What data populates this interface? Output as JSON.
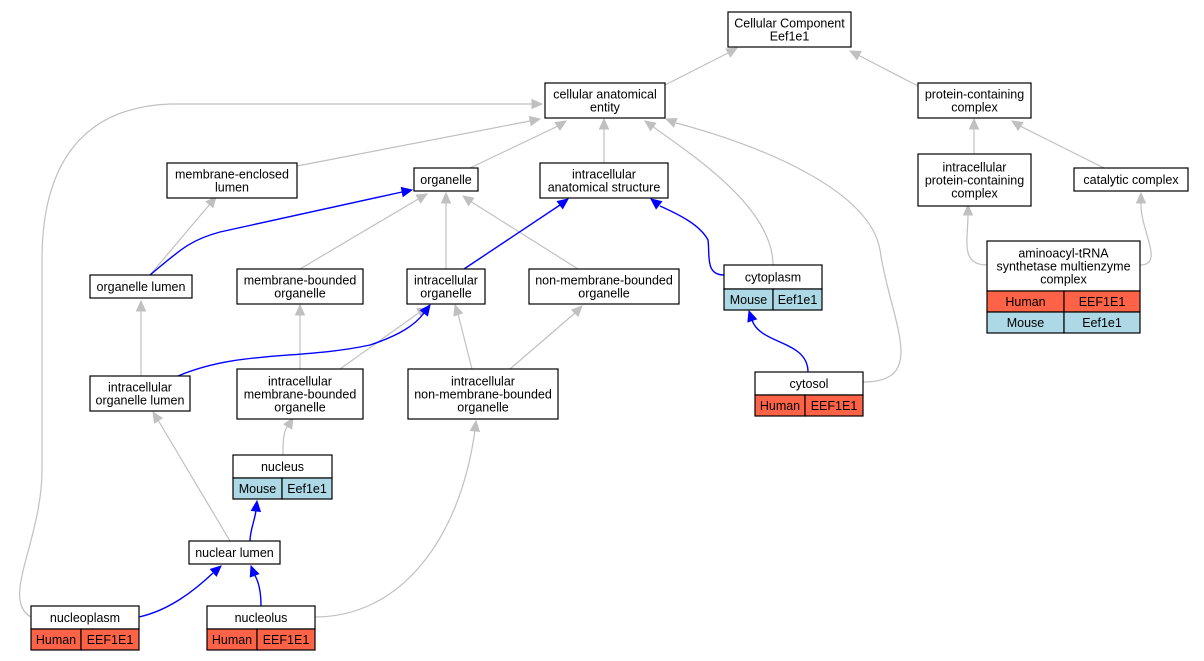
{
  "colors": {
    "human": "#ff6347",
    "mouse": "#add8e6",
    "gray_edge": "#c0c0c0",
    "blue_edge": "#0000ff"
  },
  "nodes": {
    "root": [
      "Cellular Component",
      "Eef1e1"
    ],
    "cae": [
      "cellular anatomical",
      "entity"
    ],
    "pcc": [
      "protein-containing",
      "complex"
    ],
    "mel": [
      "membrane-enclosed",
      "lumen"
    ],
    "org": [
      "organelle"
    ],
    "ias": [
      "intracellular",
      "anatomical structure"
    ],
    "ipcc": [
      "intracellular",
      "protein-containing",
      "complex"
    ],
    "cat": [
      "catalytic complex"
    ],
    "ol": [
      "organelle lumen"
    ],
    "mbo": [
      "membrane-bounded",
      "organelle"
    ],
    "io": [
      "intracellular",
      "organelle"
    ],
    "nmbo": [
      "non-membrane-bounded",
      "organelle"
    ],
    "cyto": [
      "cytoplasm"
    ],
    "amc": [
      "aminoacyl-tRNA",
      "synthetase multienzyme",
      "complex"
    ],
    "iol": [
      "intracellular",
      "organelle lumen"
    ],
    "imbo": [
      "intracellular",
      "membrane-bounded",
      "organelle"
    ],
    "inmbo": [
      "intracellular",
      "non-membrane-bounded",
      "organelle"
    ],
    "cytosol": [
      "cytosol"
    ],
    "nucleus": [
      "nucleus"
    ],
    "nl": [
      "nuclear lumen"
    ],
    "np": [
      "nucleoplasm"
    ],
    "no": [
      "nucleolus"
    ]
  },
  "annotations": {
    "cyto": [
      [
        "Mouse",
        "Eef1e1"
      ]
    ],
    "amc": [
      [
        "Human",
        "EEF1E1"
      ],
      [
        "Mouse",
        "Eef1e1"
      ]
    ],
    "cytosol": [
      [
        "Human",
        "EEF1E1"
      ]
    ],
    "nucleus": [
      [
        "Mouse",
        "Eef1e1"
      ]
    ],
    "np": [
      [
        "Human",
        "EEF1E1"
      ]
    ],
    "no": [
      [
        "Human",
        "EEF1E1"
      ]
    ]
  }
}
